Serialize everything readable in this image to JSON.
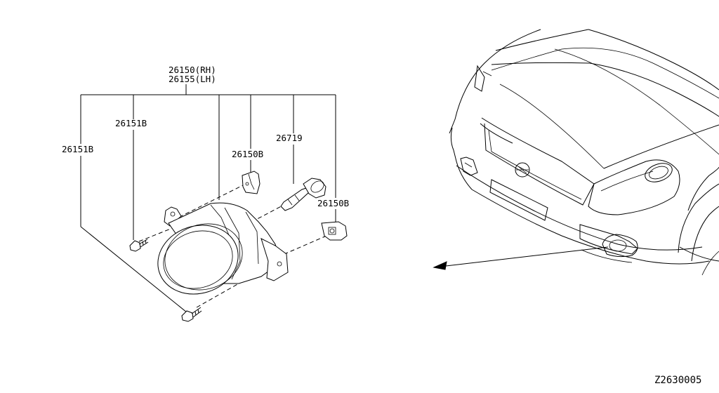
{
  "labels": {
    "assembly_rh": "26150(RH)",
    "assembly_lh": "26155(LH)",
    "screw_upper": "26151B",
    "screw_lower": "26151B",
    "bracket_upper": "26150B",
    "bulb": "26719",
    "bracket_lower": "26150B"
  },
  "diagram_ref": "Z2630005"
}
